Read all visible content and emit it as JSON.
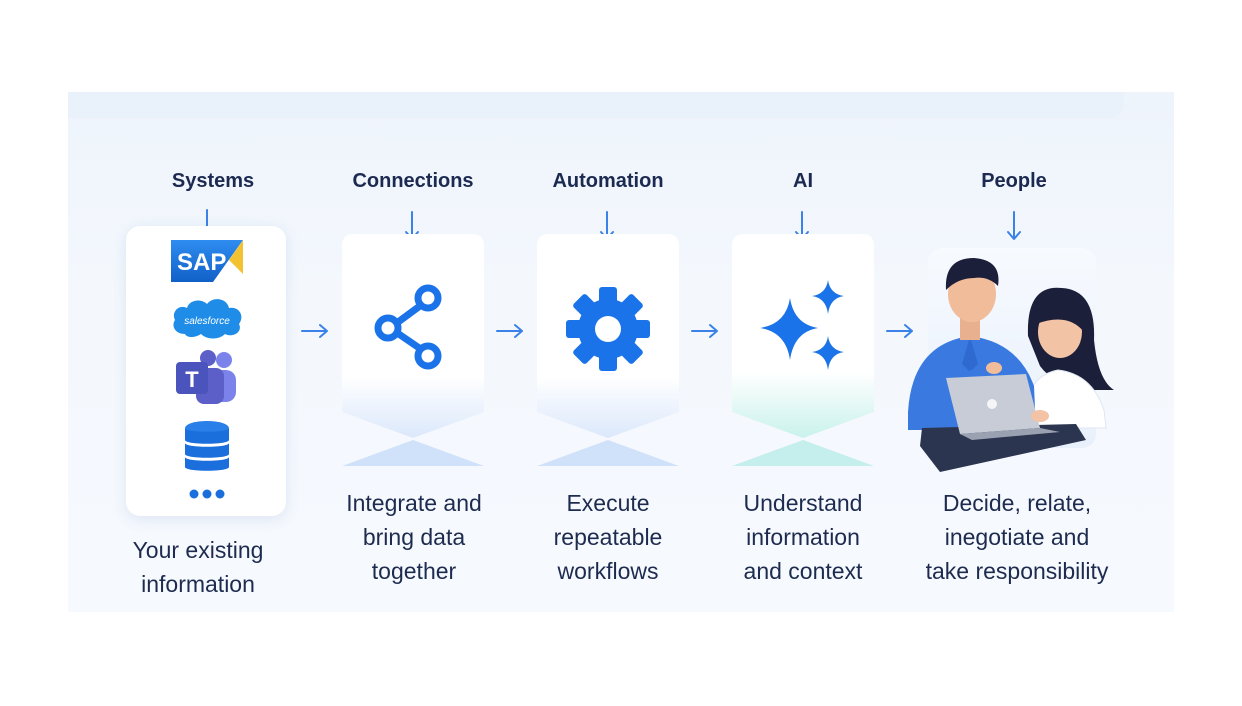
{
  "columns": [
    {
      "title": "Systems",
      "description_lines": [
        "Your existing",
        "information"
      ],
      "icon": "systems-stack-icon"
    },
    {
      "title": "Connections",
      "description_lines": [
        "Integrate and",
        "bring data",
        "together"
      ],
      "icon": "share-network-icon"
    },
    {
      "title": "Automation",
      "description_lines": [
        "Execute",
        "repeatable",
        "workflows"
      ],
      "icon": "gear-icon"
    },
    {
      "title": "AI",
      "description_lines": [
        "Understand",
        "information",
        "and context"
      ],
      "icon": "sparkles-icon"
    },
    {
      "title": "People",
      "description_lines": [
        "Decide, relate,",
        "inegotiate and",
        "take responsibility"
      ],
      "icon": "people-laptop-illustration"
    }
  ],
  "systems_logos": {
    "sap": "SAP",
    "salesforce": "salesforce",
    "teams": "T"
  },
  "colors": {
    "accent": "#1a73e8",
    "accent_light": "#4a90f0",
    "text": "#1c2a52",
    "ai_glow": "#7fe3d6"
  }
}
